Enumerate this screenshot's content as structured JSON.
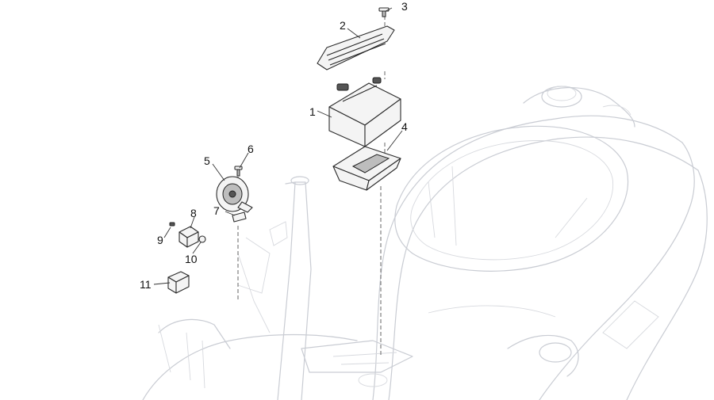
{
  "callouts": [
    {
      "id": "1",
      "label": "1",
      "part": "battery"
    },
    {
      "id": "2",
      "label": "2",
      "part": "battery-strap"
    },
    {
      "id": "3",
      "label": "3",
      "part": "screw"
    },
    {
      "id": "4",
      "label": "4",
      "part": "battery-tray"
    },
    {
      "id": "5",
      "label": "5",
      "part": "horn"
    },
    {
      "id": "6",
      "label": "6",
      "part": "screw"
    },
    {
      "id": "7",
      "label": "7",
      "part": "bracket"
    },
    {
      "id": "8",
      "label": "8",
      "part": "relay"
    },
    {
      "id": "9",
      "label": "9",
      "part": "screw"
    },
    {
      "id": "10",
      "label": "10",
      "part": "nut"
    },
    {
      "id": "11",
      "label": "11",
      "part": "relay"
    }
  ]
}
